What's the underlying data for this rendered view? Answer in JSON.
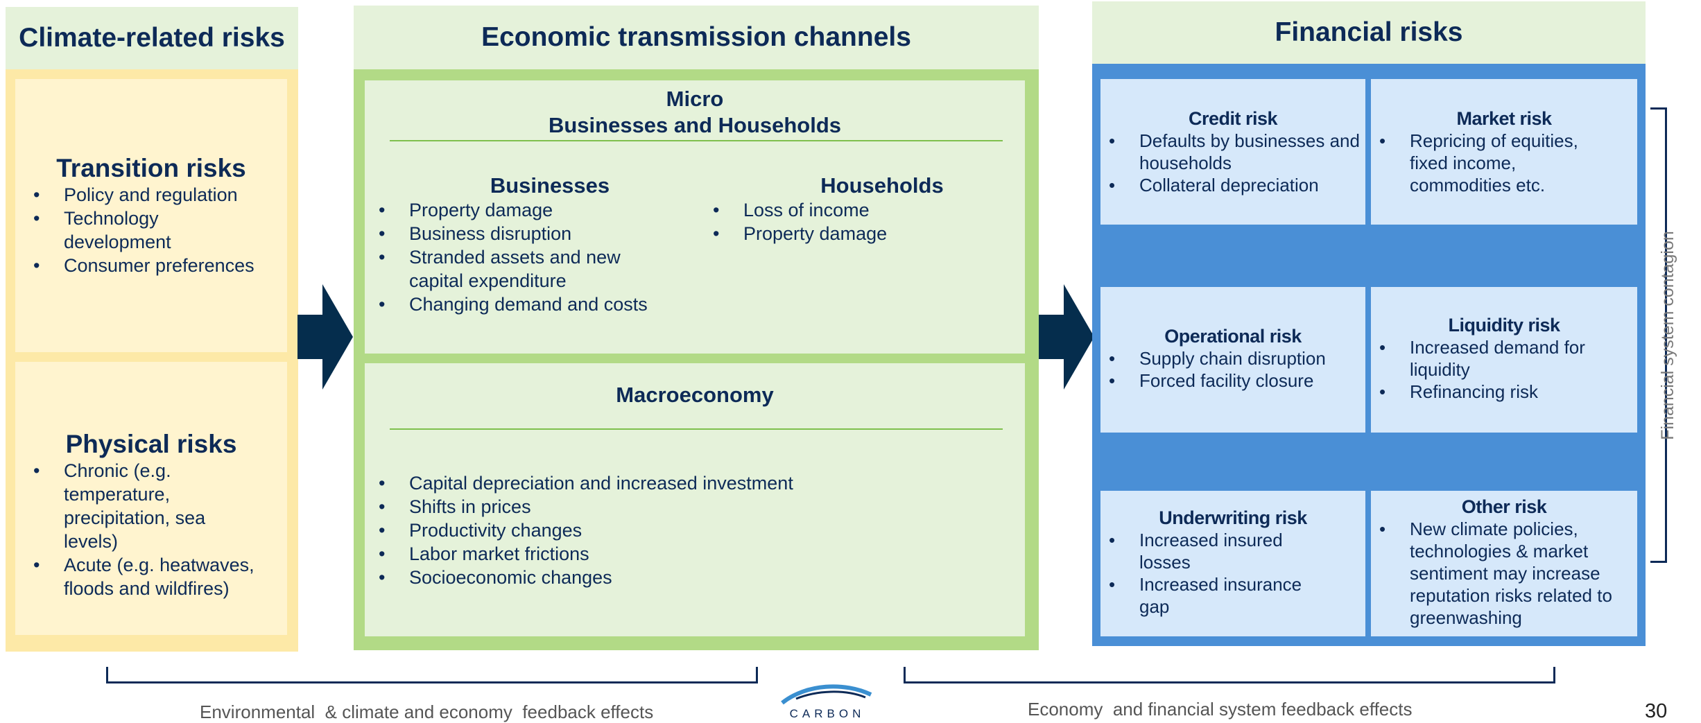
{
  "climate_risks": {
    "header": "Climate-related risks",
    "transition": {
      "title": "Transition risks",
      "items": [
        "Policy and regulation",
        "Technology development",
        "Consumer  preferences"
      ]
    },
    "physical": {
      "title": "Physical risks",
      "items": [
        "Chronic  (e.g. temperature, precipitation,  sea levels)",
        "Acute (e.g. heatwaves, floods and wildfires)"
      ]
    }
  },
  "transmission": {
    "header": "Economic  transmission channels",
    "micro": {
      "title_line1": "Micro",
      "title_line2": "Businesses and Households",
      "businesses": {
        "title": "Businesses",
        "items": [
          "Property  damage",
          "Business  disruption",
          "Stranded  assets and new capital expenditure",
          "Changing  demand and costs"
        ]
      },
      "households": {
        "title": "Households",
        "items": [
          "Loss of income",
          "Property  damage"
        ]
      }
    },
    "macro": {
      "title": "Macroeconomy",
      "items": [
        "Capital  depreciation  and increased  investment",
        "Shifts  in prices",
        "Productivity  changes",
        "Labor market  frictions",
        "Socioeconomic  changes"
      ]
    }
  },
  "financial": {
    "header": "Financial risks",
    "cells": [
      {
        "title": "Credit risk",
        "items": [
          "Defaults by businesses and households",
          "Collateral depreciation"
        ]
      },
      {
        "title": "Market risk",
        "items": [
          "Repricing of equities, fixed income, commodities etc."
        ]
      },
      {
        "title": "Operational risk",
        "items": [
          "Supply chain disruption",
          "Forced facility closure"
        ]
      },
      {
        "title": "Liquidity risk",
        "items": [
          "Increased demand for liquidity",
          "Refinancing risk"
        ]
      },
      {
        "title": "Underwriting risk",
        "items": [
          "Increased insured losses",
          "Increased insurance gap"
        ]
      },
      {
        "title": "Other risk",
        "items": [
          "New climate policies, technologies & market sentiment may increase reputation risks related to greenwashing"
        ]
      }
    ],
    "contagion_label": "Financial  system  contagion"
  },
  "footer": {
    "left_label": "Environmental  & climate and economy  feedback effects",
    "right_label": "Economy  and financial system feedback effects",
    "logo_text": "CARBON",
    "page_number": "30"
  },
  "colors": {
    "navy": "#0d2a57",
    "green_header": "#e5f2da",
    "green_border": "#b2da86",
    "yellow_border": "#fde9a7",
    "yellow_fill": "#fff4cf",
    "blue_border": "#4a8fd6",
    "blue_fill": "#d6e8fa",
    "arrow": "#052d4d"
  }
}
